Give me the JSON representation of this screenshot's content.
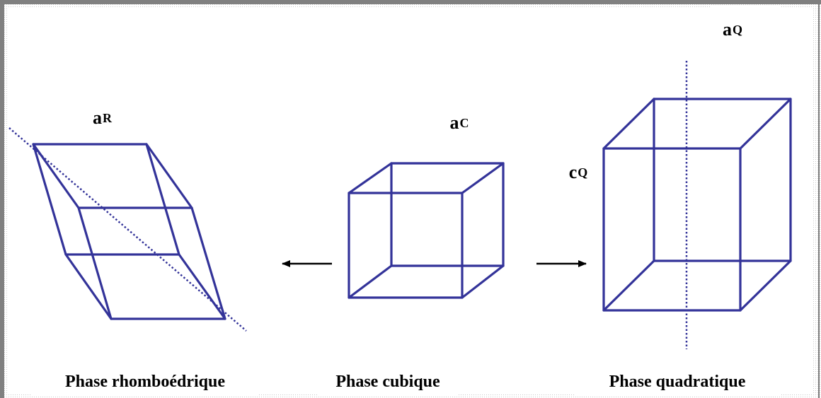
{
  "colors": {
    "edge": "#333399",
    "axis_line": "#333399",
    "arrow": "#000000",
    "frame": "#808080",
    "background_dots": "#c8c8c8"
  },
  "labels": {
    "a_R": {
      "base": "a",
      "sub": "R"
    },
    "a_C": {
      "base": "a",
      "sub": "C"
    },
    "a_Q": {
      "base": "a",
      "sub": "Q"
    },
    "c_Q": {
      "base": "c",
      "sub": "Q"
    }
  },
  "captions": {
    "rhombohedral": "Phase rhomboédrique",
    "cubic": "Phase cubique",
    "tetragonal": "Phase quadratique"
  },
  "arrows": {
    "left": "arrow-left",
    "right": "arrow-right"
  }
}
